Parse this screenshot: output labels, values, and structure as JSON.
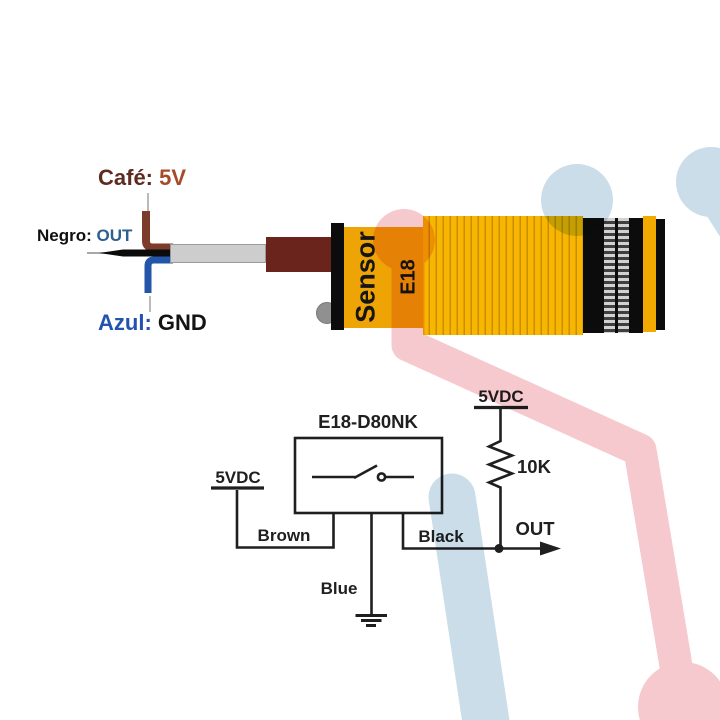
{
  "wiring": {
    "cafe_label": "Café:",
    "cafe_value": "5V",
    "negro_label": "Negro:",
    "negro_value": "OUT",
    "azul_label": "Azul:",
    "azul_value": "GND"
  },
  "sensor": {
    "brand": "Sensor",
    "model": "E18"
  },
  "schematic": {
    "title": "E18-D80NK",
    "left_supply": "5VDC",
    "right_supply": "5VDC",
    "brown_label": "Brown",
    "blue_label": "Blue",
    "black_label": "Black",
    "out_label": "OUT",
    "resistor_value": "10K"
  },
  "colors": {
    "cafe_text": "#5e2b20",
    "cafe_value_text": "#a64b2a",
    "negro_text": "#0f0f0f",
    "out_text": "#2d5f8f",
    "azul_text": "#2352b0",
    "gnd_text": "#141414",
    "wire_brown": "#7d3c2b",
    "wire_blue": "#2356a8",
    "wire_black": "#0b0b0b",
    "sensor_yellow": "#f2a900",
    "sensor_black": "#0c0c0c",
    "cable_maroon": "#6a241b",
    "schematic_line": "#1f1f1f",
    "watermark_pink": "#f5c9ce",
    "watermark_blue": "#cbdde9"
  }
}
